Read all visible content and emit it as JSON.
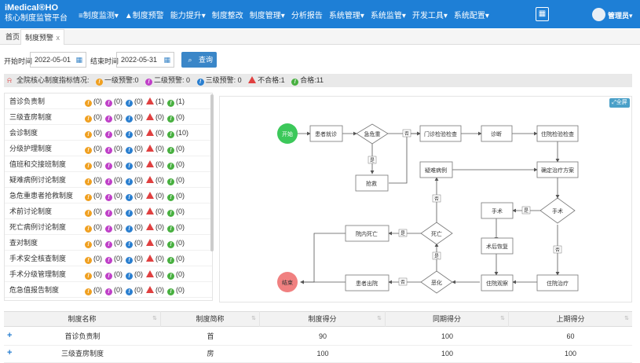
{
  "app": {
    "title_line1": "iMedical®HO",
    "title_line2": "核心制度监管平台"
  },
  "menu": [
    "≡制度监测▾",
    "▲制度预警",
    "能力提升▾",
    "制度整改",
    "制度管理▾",
    "分析报告",
    "系统管理▾",
    "系统监管▾",
    "开发工具▾",
    "系统配置▾"
  ],
  "user": {
    "name": "管理员▾"
  },
  "tabs": [
    {
      "label": "首页"
    },
    {
      "label": "制度预警"
    }
  ],
  "tab_close": "x",
  "search": {
    "start_label": "开始时间",
    "start_value": "2022-05-01",
    "end_label": "结束时间",
    "end_value": "2022-05-31",
    "query_button": "查询"
  },
  "summary": {
    "title": "全院核心制度指标情况:",
    "level1": "一级预警:0",
    "level2": "二级预警: 0",
    "level3": "三级预警: 0",
    "fail": "不合格:1",
    "pass": "合格:11"
  },
  "items": [
    {
      "name": "首诊负责制",
      "y": "(0)",
      "p": "(0)",
      "b": "(0)",
      "r": "(1)",
      "g": "(1)"
    },
    {
      "name": "三级查房制度",
      "y": "(0)",
      "p": "(0)",
      "b": "(0)",
      "r": "(0)",
      "g": "(0)"
    },
    {
      "name": "会诊制度",
      "y": "(0)",
      "p": "(0)",
      "b": "(0)",
      "r": "(0)",
      "g": "(10)"
    },
    {
      "name": "分级护理制度",
      "y": "(0)",
      "p": "(0)",
      "b": "(0)",
      "r": "(0)",
      "g": "(0)"
    },
    {
      "name": "值班和交接班制度",
      "y": "(0)",
      "p": "(0)",
      "b": "(0)",
      "r": "(0)",
      "g": "(0)"
    },
    {
      "name": "疑难病例讨论制度",
      "y": "(0)",
      "p": "(0)",
      "b": "(0)",
      "r": "(0)",
      "g": "(0)"
    },
    {
      "name": "急危重患者抢救制度",
      "y": "(0)",
      "p": "(0)",
      "b": "(0)",
      "r": "(0)",
      "g": "(0)"
    },
    {
      "name": "术前讨论制度",
      "y": "(0)",
      "p": "(0)",
      "b": "(0)",
      "r": "(0)",
      "g": "(0)"
    },
    {
      "name": "死亡病例讨论制度",
      "y": "(0)",
      "p": "(0)",
      "b": "(0)",
      "r": "(0)",
      "g": "(0)"
    },
    {
      "name": "查对制度",
      "y": "(0)",
      "p": "(0)",
      "b": "(0)",
      "r": "(0)",
      "g": "(0)"
    },
    {
      "name": "手术安全核查制度",
      "y": "(0)",
      "p": "(0)",
      "b": "(0)",
      "r": "(0)",
      "g": "(0)"
    },
    {
      "name": "手术分级管理制度",
      "y": "(0)",
      "p": "(0)",
      "b": "(0)",
      "r": "(0)",
      "g": "(0)"
    },
    {
      "name": "危急值报告制度",
      "y": "(0)",
      "p": "(0)",
      "b": "(0)",
      "r": "(0)",
      "g": "(0)"
    }
  ],
  "flow": {
    "full_button": "全屏",
    "start": "开始",
    "end": "结束",
    "patient_visit": "患者就诊",
    "critical": "急危重",
    "rescue": "抢救",
    "outpatient_exam": "门诊检验检查",
    "diagnosis": "诊断",
    "inpatient_exam": "住院检验检查",
    "difficult_case": "疑难病例",
    "treatment_plan": "确定治疗方案",
    "surgery": "手术",
    "surgery_node": "手术",
    "recovery": "术后恢复",
    "observation": "住院观察",
    "inpatient_treatment": "住院治疗",
    "worsen": "恶化",
    "death": "死亡",
    "hospital_death": "院内死亡",
    "discharge": "患者出院",
    "yes": "是",
    "no": "否"
  },
  "table": {
    "headers": [
      "制度名称",
      "制度简称",
      "制度得分",
      "同期得分",
      "上期得分"
    ],
    "rows": [
      [
        "首诊负责制",
        "首",
        "90",
        "100",
        "60"
      ],
      [
        "三级查房制度",
        "房",
        "100",
        "100",
        "100"
      ]
    ]
  },
  "colors": {
    "header": "#1e7fd6",
    "accent": "#3a86c8",
    "start": "#3cc85a",
    "end": "#f08080"
  }
}
